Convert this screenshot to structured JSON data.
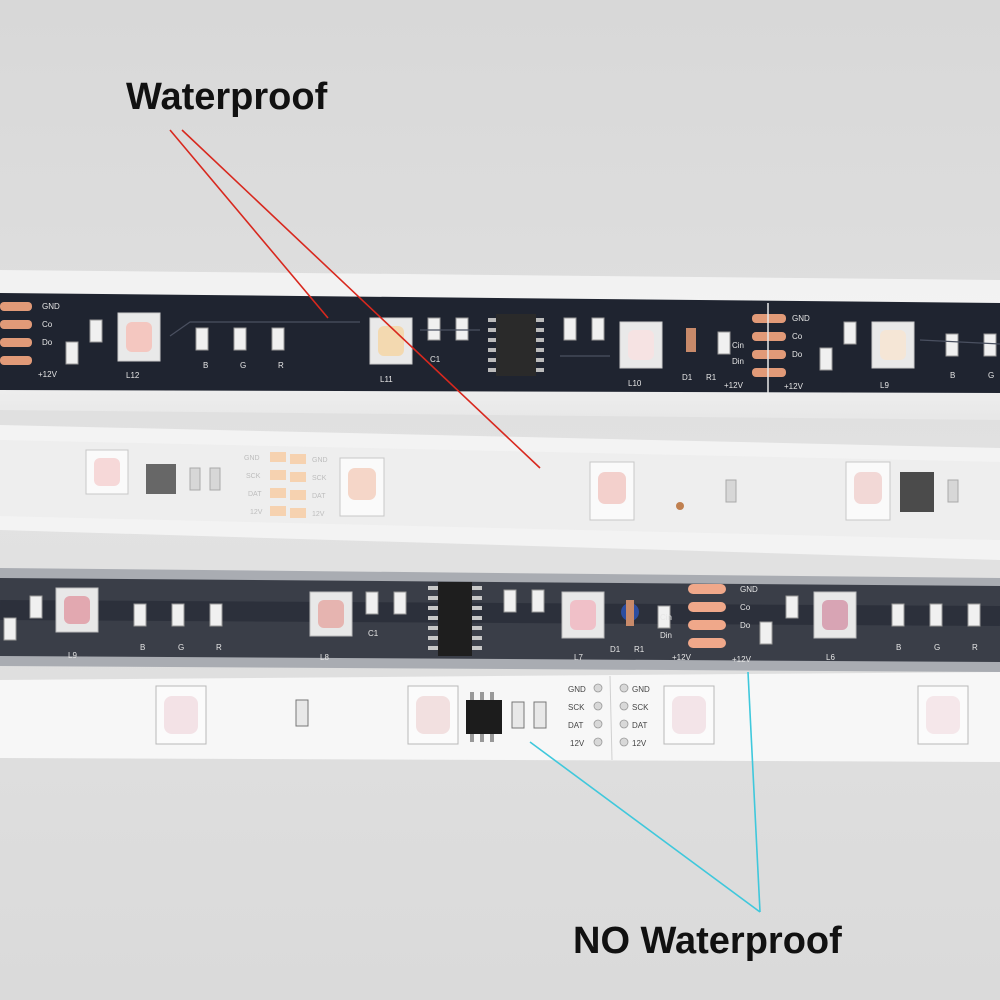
{
  "labels": {
    "waterproof": "Waterproof",
    "no_waterproof": "NO Waterproof"
  },
  "strip_markings": {
    "pins_4": [
      "GND",
      "Co",
      "Do",
      "+12V"
    ],
    "pins_in": [
      "Cin",
      "Din"
    ],
    "pins_spi": [
      "GND",
      "SCK",
      "DAT",
      "12V"
    ],
    "channels": [
      "B",
      "G",
      "R"
    ],
    "designators": [
      "L12",
      "L11",
      "L10",
      "L9",
      "L8",
      "L7",
      "L6",
      "C1",
      "R1",
      "D1"
    ]
  },
  "colors": {
    "background": "#dcdcdc",
    "pcb_dark": "#1f2430",
    "pcb_white": "#f1f1f1",
    "red_pointer": "#d8281e",
    "cyan_pointer": "#3fc8dc",
    "copper_pad": "#e19a78"
  }
}
